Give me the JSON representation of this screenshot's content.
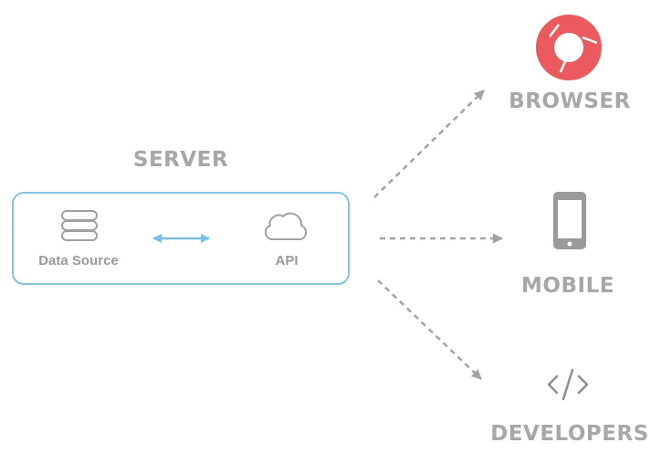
{
  "server": {
    "title": "SERVER",
    "data_source_label": "Data Source",
    "data_source_icon": "database-icon",
    "api_label": "API",
    "api_icon": "cloud-icon"
  },
  "clients": {
    "browser": {
      "label": "BROWSER",
      "icon": "browser-icon"
    },
    "mobile": {
      "label": "MOBILE",
      "icon": "smartphone-icon"
    },
    "developers": {
      "label": "DEVELOPERS",
      "icon": "code-icon"
    }
  },
  "colors": {
    "label_gray": "#a7a7a7",
    "icon_gray": "#9a9a9a",
    "server_border": "#86c3e3",
    "connector_blue": "#7cbfe6",
    "browser_red": "#ea5a5f",
    "arrow_gray": "#a3a3a3"
  }
}
